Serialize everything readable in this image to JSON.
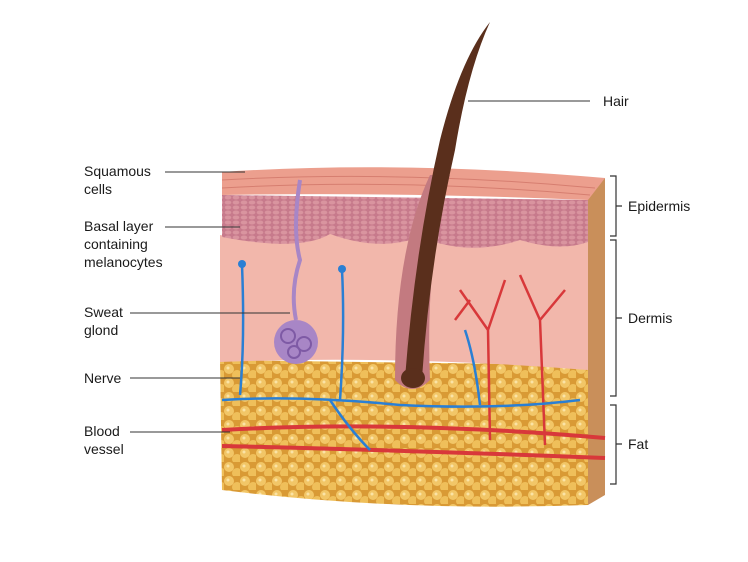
{
  "labels_left": [
    {
      "id": "squamous",
      "lines": [
        "Squamous",
        "cells"
      ]
    },
    {
      "id": "basal",
      "lines": [
        "Basal layer",
        "containing",
        "melanocytes"
      ]
    },
    {
      "id": "sweat",
      "lines": [
        "Sweat",
        "glond"
      ]
    },
    {
      "id": "nerve",
      "lines": [
        "Nerve"
      ]
    },
    {
      "id": "blood",
      "lines": [
        "Blood",
        "vessel"
      ]
    }
  ],
  "labels_right": {
    "hair": "Hair",
    "epidermis": "Epidermis",
    "dermis": "Dermis",
    "fat": "Fat"
  },
  "colors": {
    "epidermis": "#e9a39a",
    "basal": "#b86a86",
    "dermis": "#f2b7ab",
    "fat": "#e9b34f",
    "nerve": "#2a7fd4",
    "vessel": "#d8383a",
    "hair": "#5a2f1c",
    "gland": "#a886c6"
  }
}
